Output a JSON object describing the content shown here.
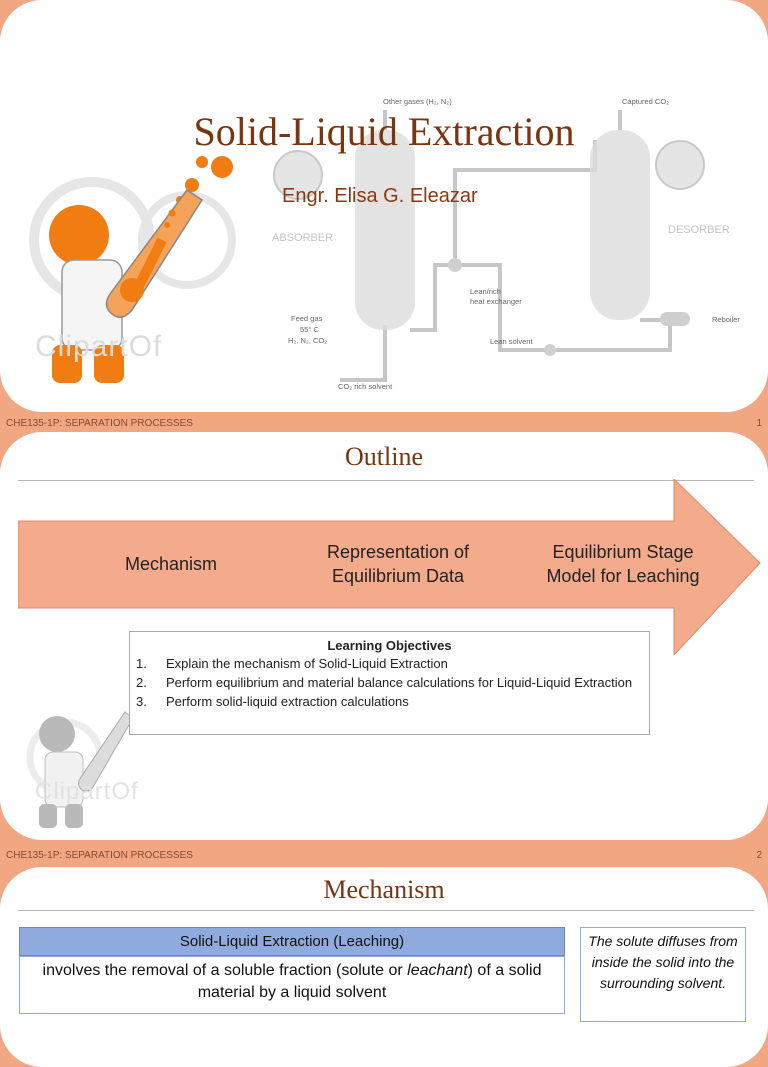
{
  "course_label": "CHE135-1P: SEPARATION PROCESSES",
  "slide1": {
    "title": "Solid-Liquid Extraction",
    "author": "Engr. Elisa G. Eleazar",
    "page": "1",
    "diagram": {
      "other_gases": "Other gases (H₂, N₂)",
      "captured": "Captured CO₂",
      "absorber": "ABSORBER",
      "desorber": "DESORBER",
      "feed_gas": "Feed gas",
      "feed_temp": "55° C",
      "feed_comp": "H₂, N₂, CO₂",
      "lean_rich": "Lean/rich",
      "heat_exchanger": "heat exchanger",
      "reboiler": "Reboiler",
      "lean_solvent": "Lean solvent",
      "rich_solvent": "CO₂ rich solvent"
    },
    "watermark": "ClipartOf"
  },
  "slide2": {
    "title": "Outline",
    "page": "2",
    "steps": [
      "Mechanism",
      "Representation of Equilibrium Data",
      "Equilibrium Stage Model for Leaching"
    ],
    "objectives_title": "Learning Objectives",
    "objectives": [
      {
        "n": "1.",
        "text": "Explain the mechanism of Solid-Liquid Extraction"
      },
      {
        "n": "2.",
        "text": "Perform equilibrium and material balance calculations for Liquid-Liquid Extraction"
      },
      {
        "n": "3.",
        "text": "Perform solid-liquid extraction calculations"
      }
    ],
    "watermark": "ClipartOf"
  },
  "slide3": {
    "title": "Mechanism",
    "definition_head": "Solid-Liquid Extraction (Leaching)",
    "definition_pre": "involves the removal of a soluble fraction (solute or ",
    "definition_italic": "leachant",
    "definition_post": ") of a solid material by a liquid solvent",
    "note": "The solute diffuses from inside the solid into the surrounding solvent."
  },
  "colors": {
    "slide_bg": "#ffffff",
    "band": "#f2a783",
    "title": "#7a3410",
    "arrow": "#f4ab8b",
    "accent_blue": "#8faadc",
    "figure_orange": "#f07c12"
  }
}
